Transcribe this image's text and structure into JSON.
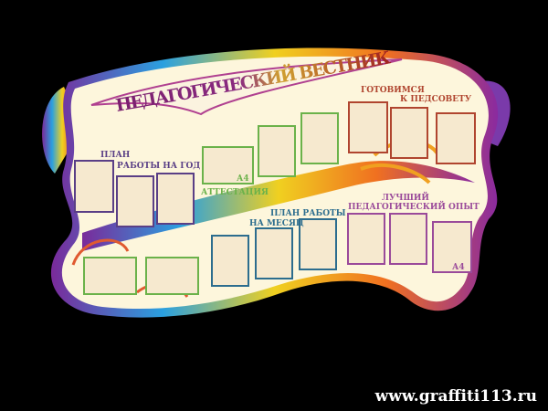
{
  "title": "ПЕДАГОГИЧЕСКИЙ ВЕСТНИК",
  "sections": {
    "plan_year": {
      "line1": "ПЛАН",
      "line2": "РАБОТЫ НА ГОД",
      "color": "#5a3f86"
    },
    "attestation": {
      "label": "АТТЕСТАЦИЯ",
      "a4": "А4",
      "color": "#6bb24a"
    },
    "council": {
      "line1": "ГОТОВИМСЯ",
      "line2": "К ПЕДСОВЕТУ",
      "color": "#b0452f"
    },
    "plan_month": {
      "line1": "ПЛАН РАБОТЫ",
      "line2": "НА МЕСЯЦ",
      "color": "#2c6d8e"
    },
    "best": {
      "line1": "ЛУЧШИЙ",
      "line2": "ПЕДАГОГИЧЕСКИЙ ОПЫТ",
      "a4": "А4",
      "color": "#9a4a9a"
    }
  },
  "url": "www.graffiti113.ru",
  "colors": {
    "background": "#000000",
    "board": "#fdf6dc",
    "pocket": "#f6e9cf",
    "title": "#7a1f6e"
  }
}
